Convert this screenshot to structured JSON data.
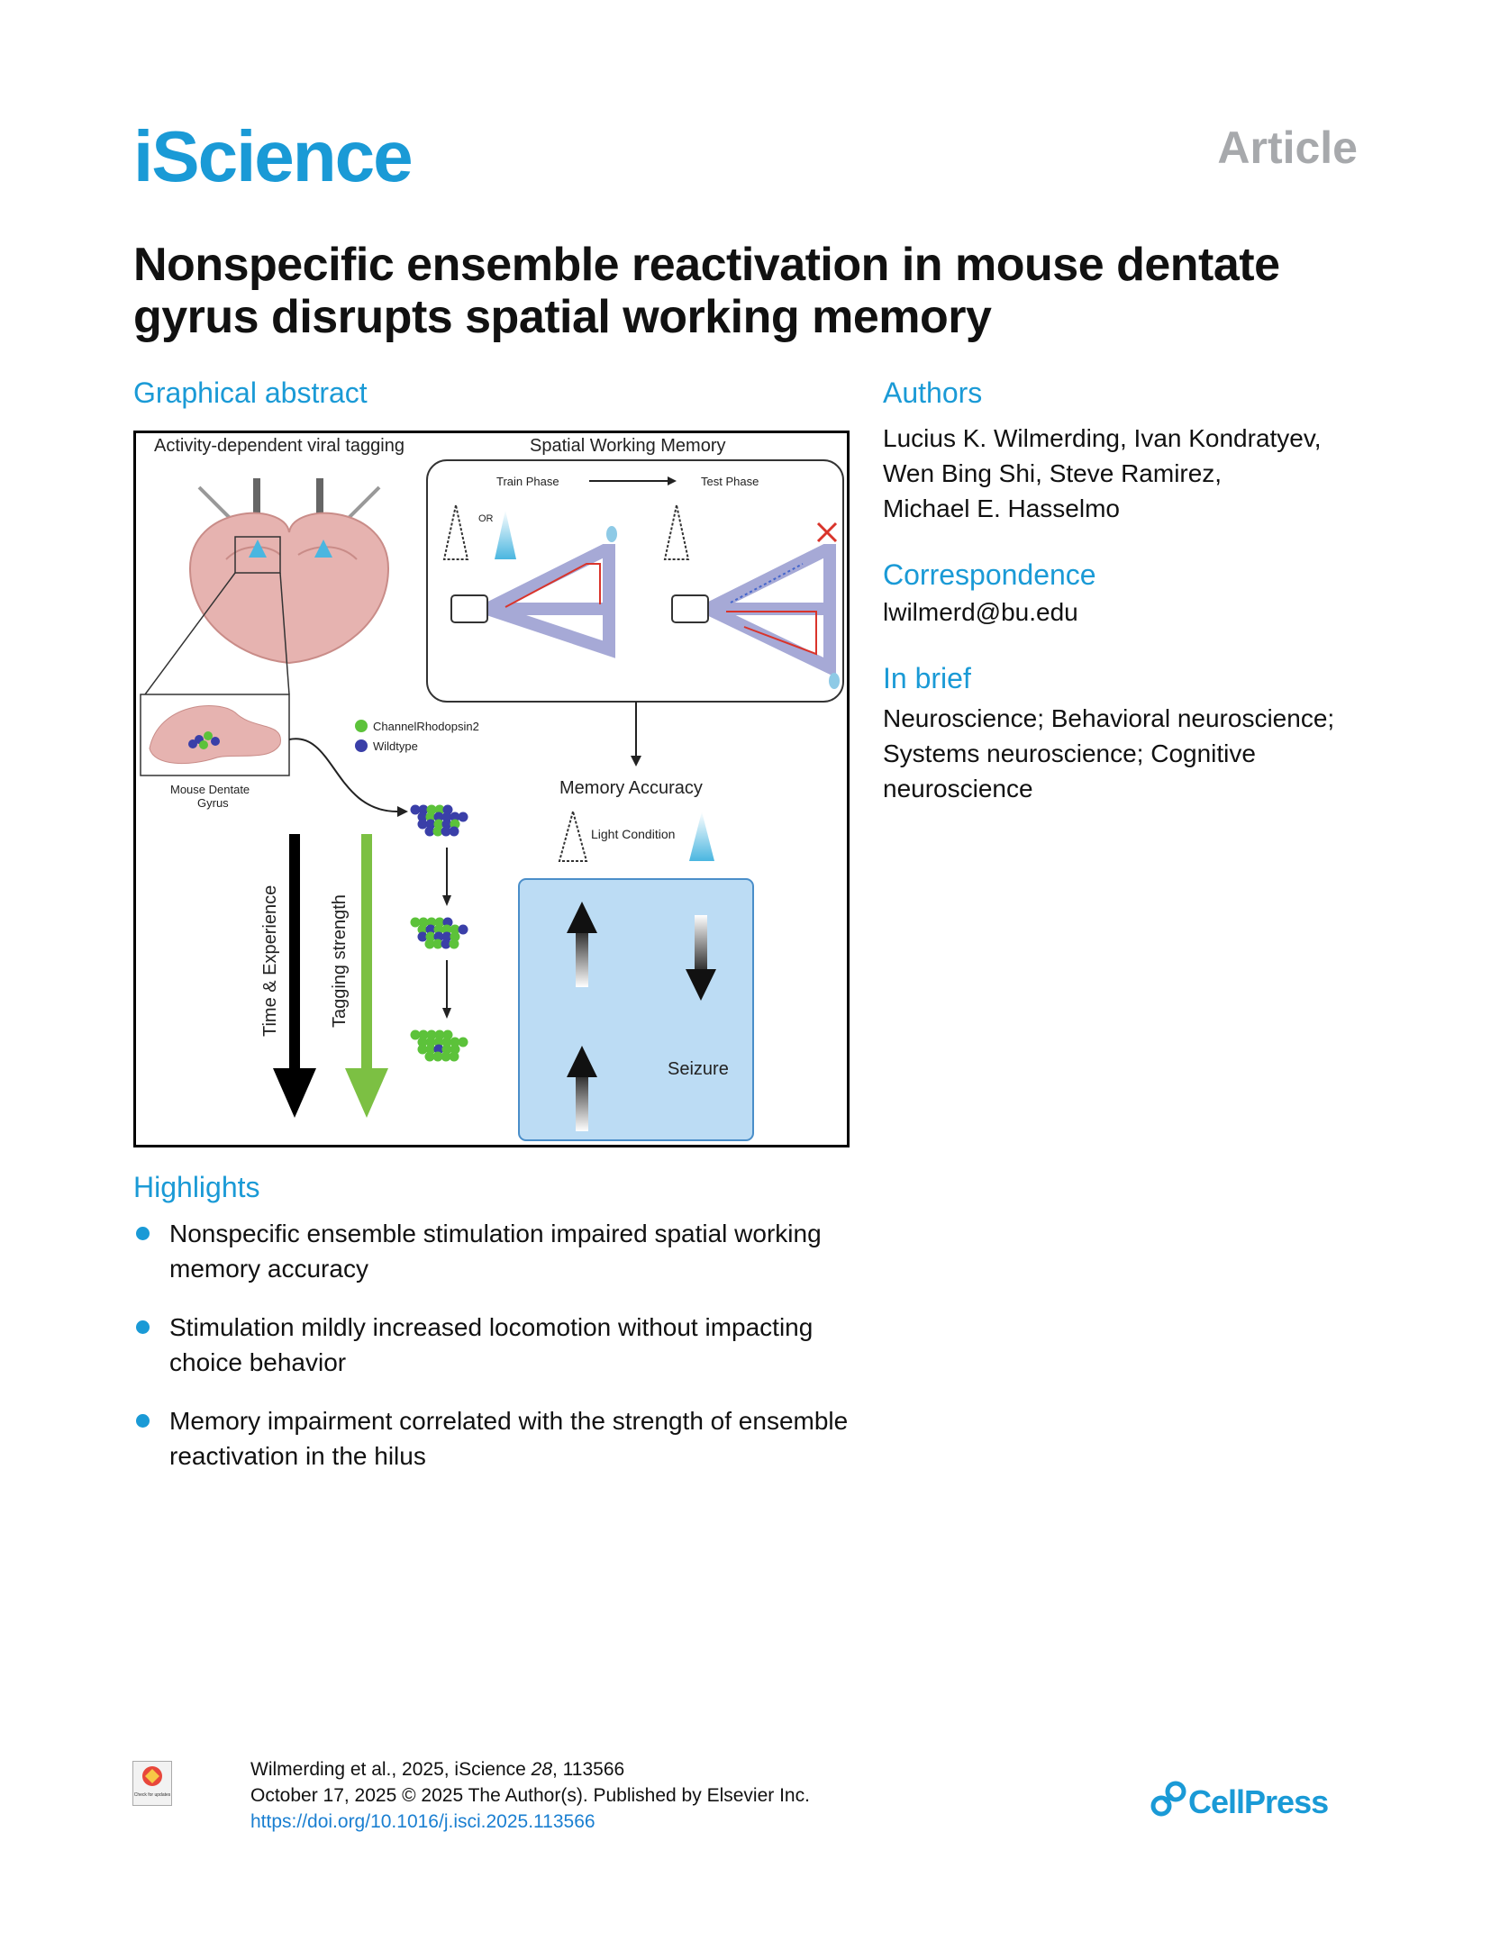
{
  "header": {
    "journal": "iScience",
    "article_type": "Article"
  },
  "title": "Nonspecific ensemble reactivation in mouse dentate gyrus disrupts spatial working memory",
  "graphical_abstract": {
    "heading": "Graphical abstract",
    "labels": {
      "tagging": "Activity-dependent viral tagging",
      "swm": "Spatial Working Memory",
      "train": "Train Phase",
      "test": "Test Phase",
      "or": "OR",
      "channel": "ChannelRhodopsin2",
      "wildtype": "Wildtype",
      "mouse_dg_1": "Mouse Dentate",
      "mouse_dg_2": "Gyrus",
      "memory_accuracy": "Memory Accuracy",
      "light_condition": "Light Condition",
      "time_experience": "Time & Experience",
      "tagging_strength": "Tagging strength",
      "seizure": "Seizure"
    },
    "colors": {
      "accent": "#1a9ad6",
      "green_cells": "#5cc23a",
      "blue_cells": "#3a3fa8",
      "panel_blue": "#bcdcf4",
      "brain_pink": "#e6b3b0"
    }
  },
  "authors": {
    "heading": "Authors",
    "lines": [
      "Lucius K. Wilmerding, Ivan Kondratyev,",
      "Wen Bing Shi, Steve Ramirez,",
      "Michael E. Hasselmo"
    ]
  },
  "correspondence": {
    "heading": "Correspondence",
    "email": "lwilmerd@bu.edu"
  },
  "in_brief": {
    "heading": "In brief",
    "lines": [
      "Neuroscience; Behavioral neuroscience;",
      "Systems neuroscience; Cognitive",
      "neuroscience"
    ]
  },
  "highlights": {
    "heading": "Highlights",
    "items": [
      [
        "Nonspecific ensemble stimulation impaired spatial working",
        "memory accuracy"
      ],
      [
        "Stimulation mildly increased locomotion without impacting",
        "choice behavior"
      ],
      [
        "Memory impairment correlated with the strength of ensemble",
        "reactivation in the hilus"
      ]
    ]
  },
  "footer": {
    "citation_prefix": "Wilmerding et al., 2025, iScience ",
    "volume": "28",
    "article_number": ", 113566",
    "date_line": "October 17, 2025 © 2025 The Author(s). Published by Elsevier Inc.",
    "doi": "https://doi.org/10.1016/j.isci.2025.113566",
    "crossmark_label": "Check for updates",
    "publisher": "CellPress"
  }
}
